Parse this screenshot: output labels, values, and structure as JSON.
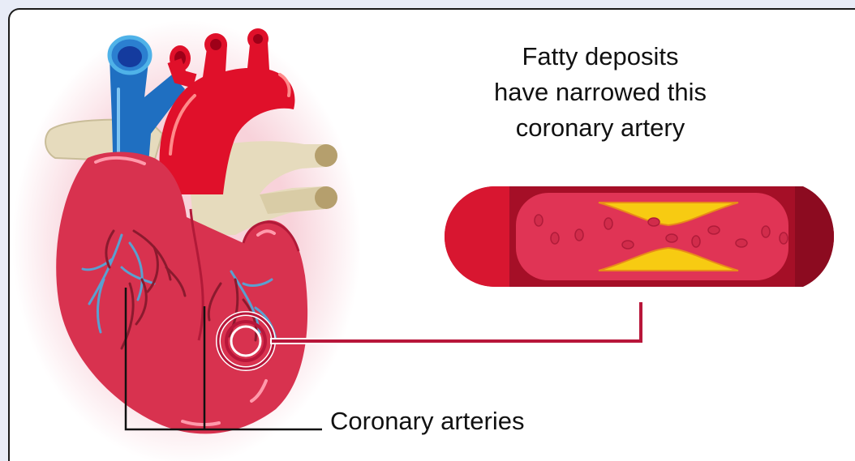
{
  "labels": {
    "artery_caption": [
      "Fatty deposits",
      "have narrowed this",
      "coronary artery"
    ],
    "arteries_caption": "Coronary arteries"
  },
  "colors": {
    "background": "#e8ecf7",
    "heart_red": "#d8324f",
    "aorta_red": "#e0102a",
    "vein_blue": "#1f6fc1",
    "coronary_blue": "#5aa0d0",
    "plaque_yellow": "#f7cb12",
    "pulmonary_beige": "#e6dbbd"
  }
}
